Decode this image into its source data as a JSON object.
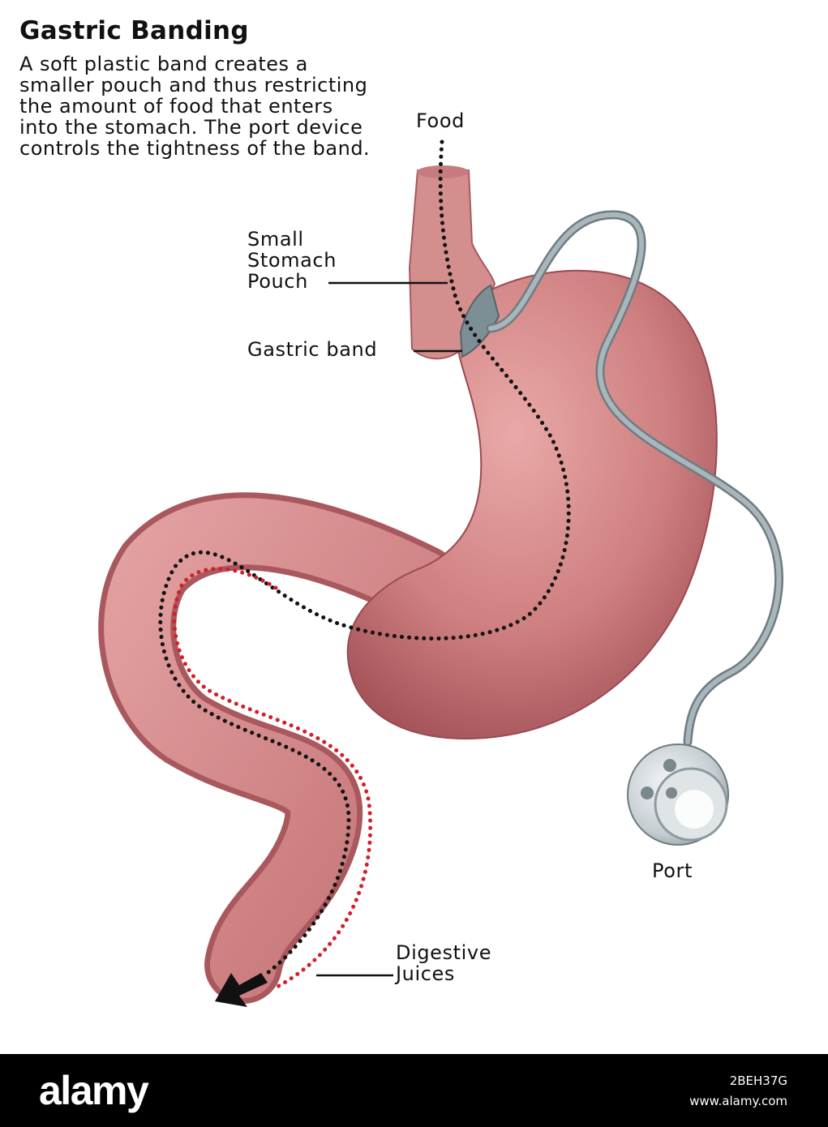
{
  "header": {
    "title": "Gastric Banding",
    "description": "A soft plastic band creates a smaller pouch and thus restricting the amount of food that enters into the stomach. The port device controls the tightness of the band."
  },
  "labels": {
    "food": "Food",
    "pouch_line1": "Small",
    "pouch_line2": "Stomach",
    "pouch_line3": "Pouch",
    "gastric_band": "Gastric band",
    "port": "Port",
    "juices_line1": "Digestive",
    "juices_line2": "Juices"
  },
  "colors": {
    "stomach": "#c9797b",
    "stomach_dark": "#a24f55",
    "tube": "#8a9ba2",
    "food_path": "#111111",
    "juice_path": "#d0202a"
  },
  "footer": {
    "brand": "alamy",
    "image_id": "2BEH37G",
    "site": "www.alamy.com"
  }
}
